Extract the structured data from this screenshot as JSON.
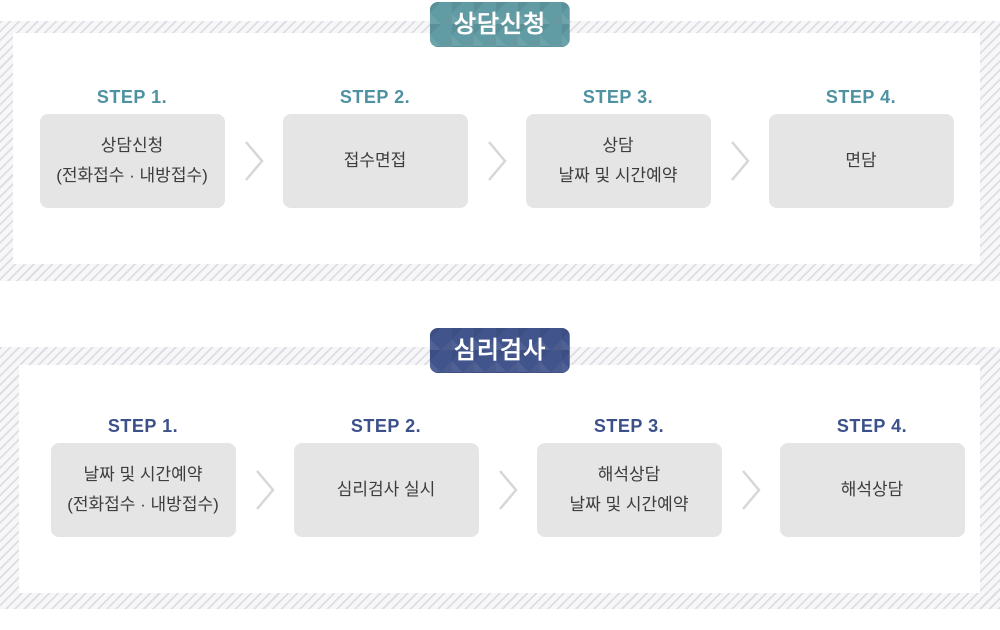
{
  "page": {
    "background": "#ffffff"
  },
  "sections": [
    {
      "title": "상담신청",
      "theme": "teal",
      "badge_color": "#619ba4",
      "step_label_color": "#4e92a1",
      "steps": [
        {
          "label": "STEP 1.",
          "lines": [
            "상담신청",
            "(전화접수 · 내방접수)"
          ]
        },
        {
          "label": "STEP 2.",
          "lines": [
            "접수면접"
          ]
        },
        {
          "label": "STEP 3.",
          "lines": [
            "상담",
            "날짜 및 시간예약"
          ]
        },
        {
          "label": "STEP 4.",
          "lines": [
            "면담"
          ]
        }
      ]
    },
    {
      "title": "심리검사",
      "theme": "navy",
      "badge_color": "#41548c",
      "step_label_color": "#3c508a",
      "steps": [
        {
          "label": "STEP 1.",
          "lines": [
            "날짜 및 시간예약",
            "(전화접수 · 내방접수)"
          ]
        },
        {
          "label": "STEP 2.",
          "lines": [
            "심리검사 실시"
          ]
        },
        {
          "label": "STEP 3.",
          "lines": [
            "해석상담",
            "날짜 및 시간예약"
          ]
        },
        {
          "label": "STEP 4.",
          "lines": [
            "해석상담"
          ]
        }
      ]
    }
  ],
  "icons": {
    "step_separator": "chevron-right"
  },
  "colors": {
    "box_background": "#e5e5e5",
    "box_text": "#3d3d3d",
    "chevron": "#d7d7d7",
    "hatch_stripe": "#dedee2",
    "hatch_background": "#f7f7f9"
  }
}
